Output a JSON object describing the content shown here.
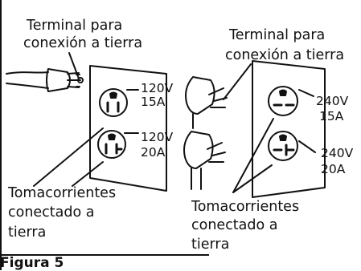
{
  "labels": {
    "ground_terminal_left_1": "Terminal para",
    "ground_terminal_left_2": "conexión a tierra",
    "ground_terminal_right_1": "Terminal para",
    "ground_terminal_right_2": "conexión a tierra",
    "outlet_120_15_v": "120V",
    "outlet_120_15_a": "15A",
    "outlet_120_20_v": "120V",
    "outlet_120_20_a": "20A",
    "outlet_240_15_v": "240V",
    "outlet_240_15_a": "15A",
    "outlet_240_20_v": "240V",
    "outlet_240_20_a": "20A",
    "grounded_outlets_left_1": "Tomacorrientes",
    "grounded_outlets_left_2": "conectado a",
    "grounded_outlets_left_3": "tierra",
    "grounded_outlets_right_1": "Tomacorrientes",
    "grounded_outlets_right_2": "conectado a",
    "grounded_outlets_right_3": "tierra"
  },
  "caption": "Figura 5"
}
